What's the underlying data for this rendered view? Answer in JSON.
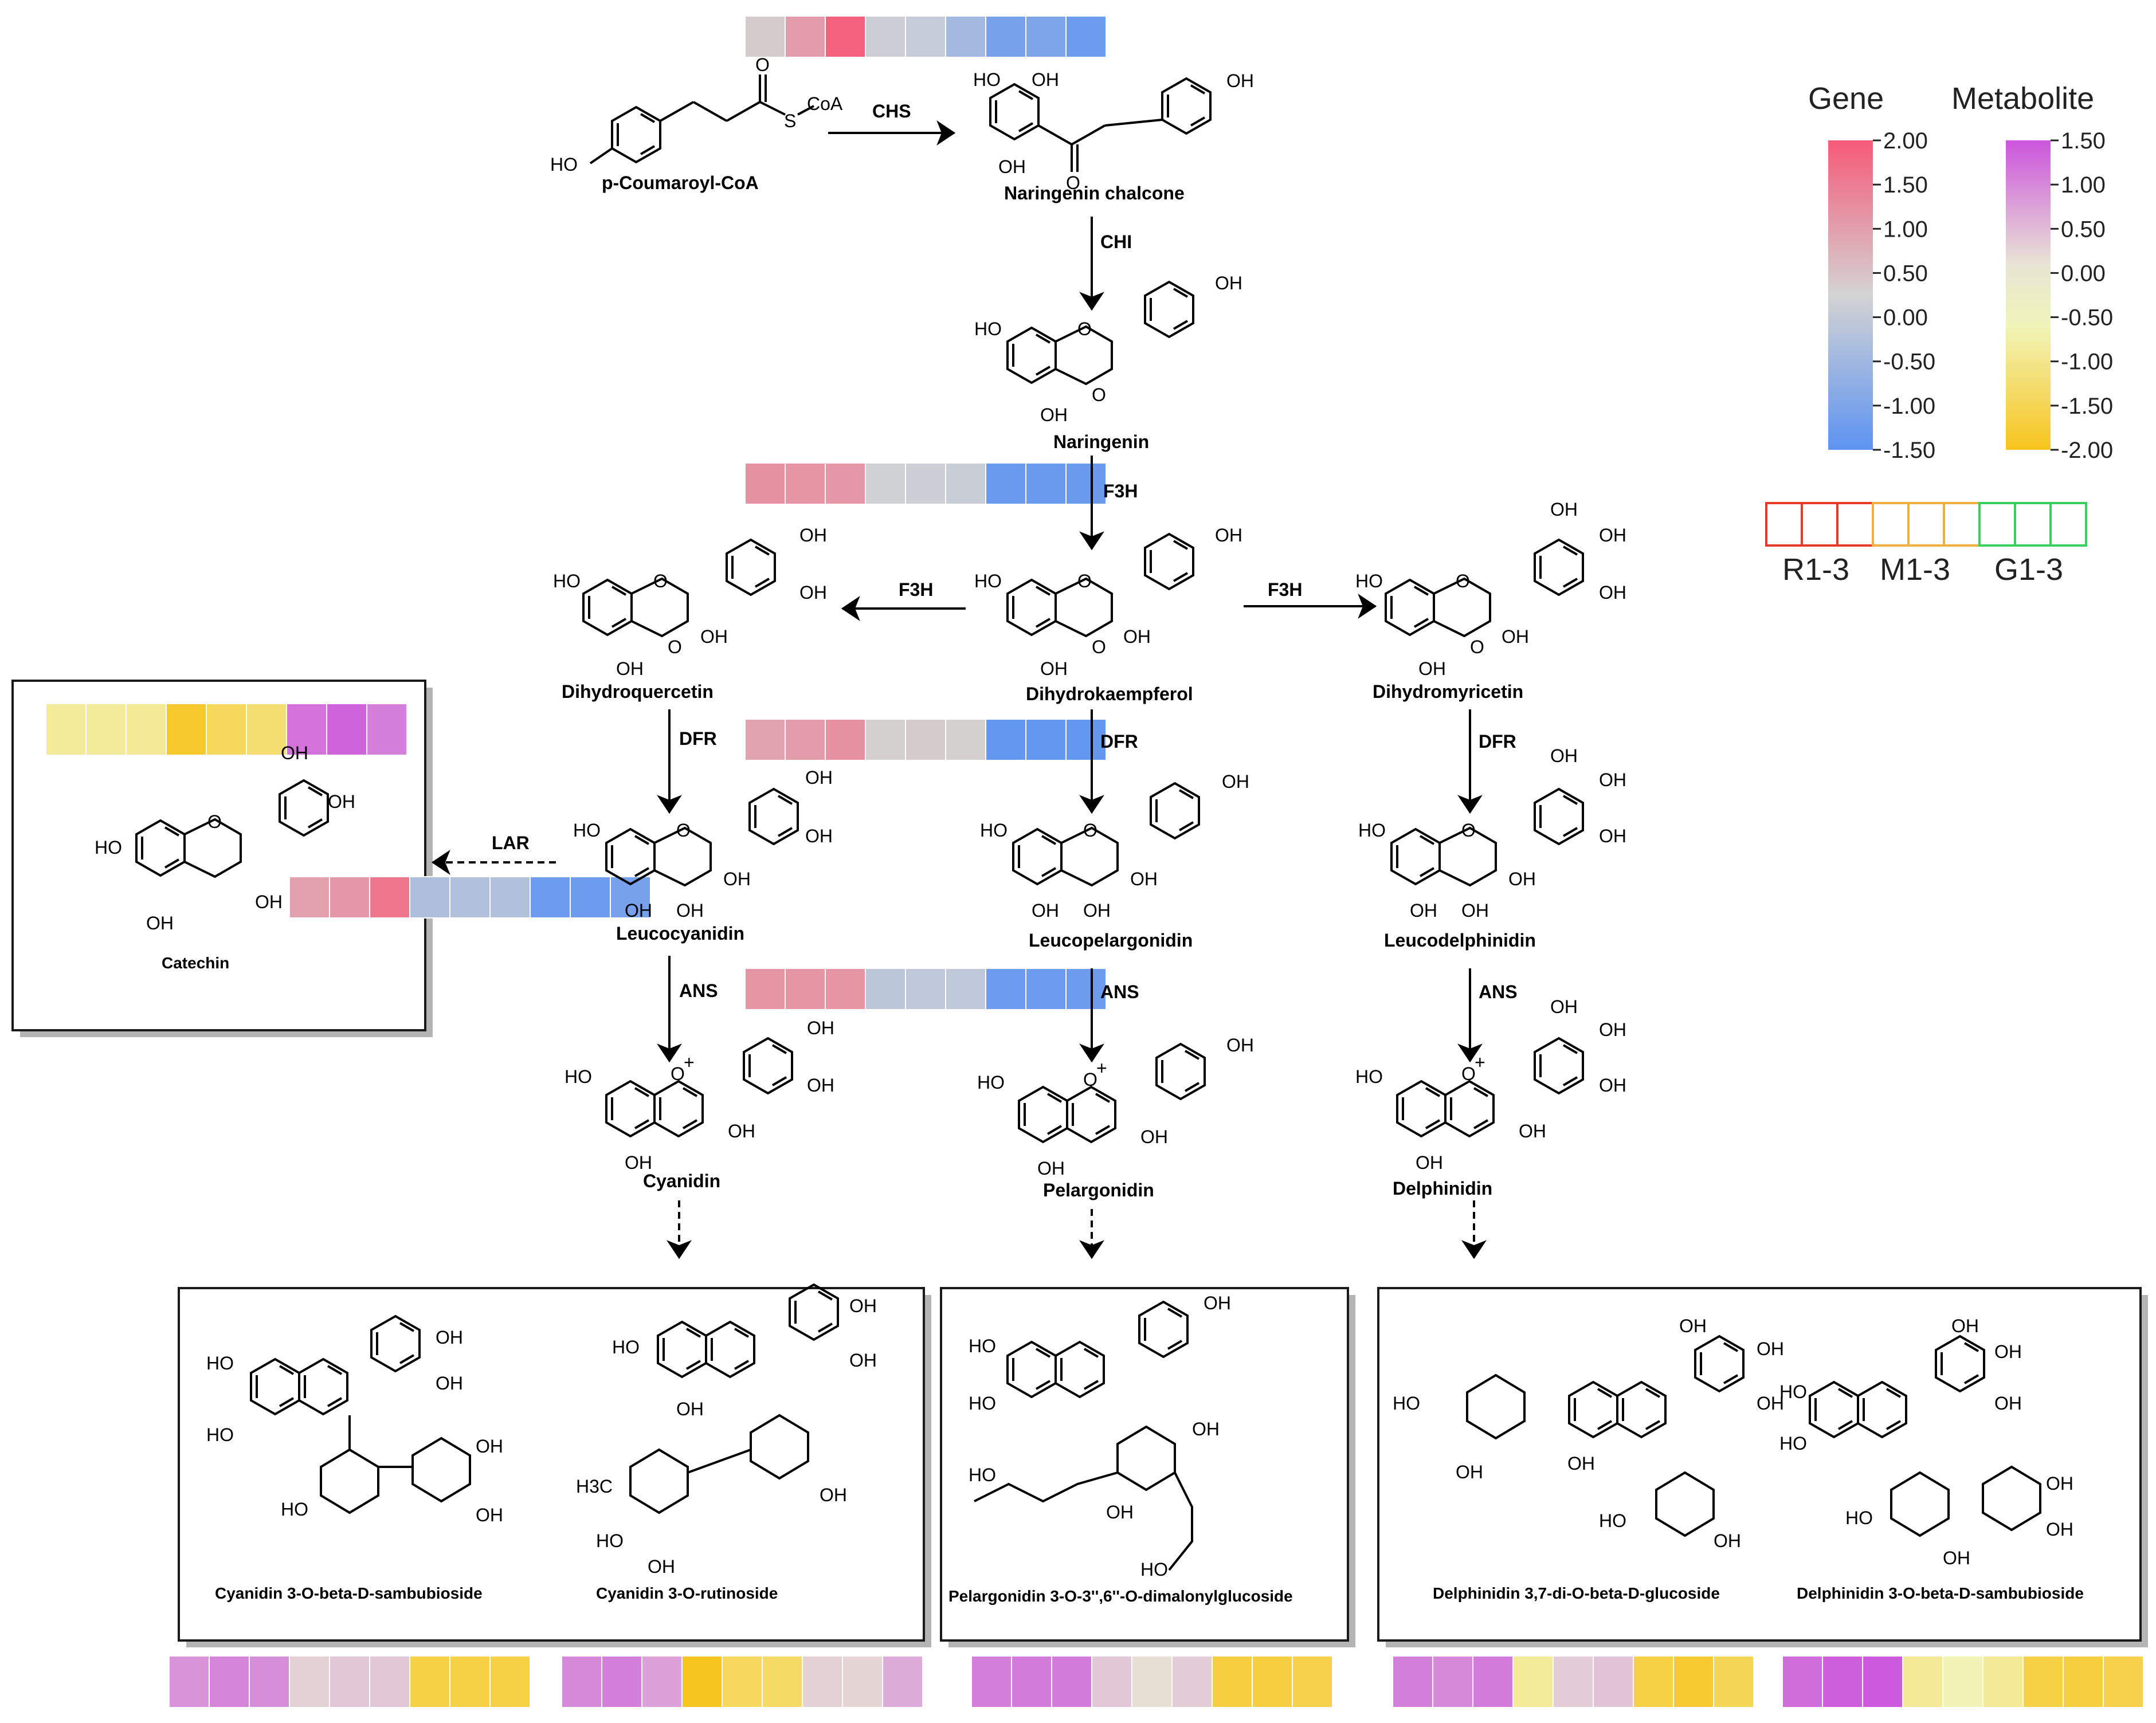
{
  "colors": {
    "gene_high": "#f65a78",
    "gene_mid": "#d3d3d3",
    "gene_low": "#5c93f2",
    "met_high": "#cc55dc",
    "met_mid": "#e8e4d4",
    "met_low": "#f7c41c",
    "group_R": "#e83a2a",
    "group_M": "#f0b040",
    "group_G": "#3ad060"
  },
  "legend": {
    "gene_title": "Gene",
    "metabolite_title": "Metabolite",
    "gene_ticks": [
      "2.00",
      "1.50",
      "1.00",
      "0.50",
      "0.00",
      "-0.50",
      "-1.00",
      "-1.50"
    ],
    "metabolite_ticks": [
      "1.50",
      "1.00",
      "0.50",
      "0.00",
      "-0.50",
      "-1.00",
      "-1.50",
      "-2.00"
    ],
    "groups": [
      "R1-3",
      "M1-3",
      "G1-3"
    ]
  },
  "compounds": {
    "coumaroyl": "p-Coumaroyl-CoA",
    "chalcone": "Naringenin chalcone",
    "naringenin": "Naringenin",
    "dihydrokaempferol": "Dihydrokaempferol",
    "dihydroquercetin": "Dihydroquercetin",
    "dihydromyricetin": "Dihydromyricetin",
    "leucocyanidin": "Leucocyanidin",
    "leucopelargonidin": "Leucopelargonidin",
    "leucodelphinidin": "Leucodelphinidin",
    "cyanidin": "Cyanidin",
    "pelargonidin": "Pelargonidin",
    "delphinidin": "Delphinidin",
    "catechin": "Catechin",
    "cy_samb": "Cyanidin 3-O-beta-D-sambubioside",
    "cy_rut": "Cyanidin 3-O-rutinoside",
    "pg_dimal": "Pelargonidin 3-O-3'',6''-O-dimalonylglucoside",
    "dp_diglc": "Delphinidin 3,7-di-O-beta-D-glucoside",
    "dp_samb": "Delphinidin 3-O-beta-D-sambubioside"
  },
  "enzymes": {
    "chs": "CHS",
    "chi": "CHI",
    "f3h_main": "F3H",
    "f3h_left": "F3H",
    "f3h_right": "F3H",
    "dfr_left": "DFR",
    "dfr_mid": "DFR",
    "dfr_right": "DFR",
    "lar": "LAR",
    "ans_left": "ANS",
    "ans_mid": "ANS",
    "ans_right": "ANS"
  },
  "atoms": {
    "oh": "OH",
    "ho": "HO",
    "o": "O",
    "s": "S",
    "coa": "CoA",
    "h3c": "H3C",
    "plus": "+"
  },
  "heatmaps": [
    {
      "id": "chs",
      "kind": "gene",
      "values": [
        0.35,
        1.05,
        1.9,
        0.15,
        0.05,
        -0.45,
        -1.1,
        -1.0,
        -1.25
      ]
    },
    {
      "id": "f3h",
      "kind": "gene",
      "values": [
        1.2,
        1.15,
        1.1,
        0.2,
        0.15,
        0.1,
        -1.3,
        -1.3,
        -1.3
      ]
    },
    {
      "id": "dfr",
      "kind": "gene",
      "values": [
        0.95,
        1.05,
        1.2,
        0.3,
        0.35,
        0.3,
        -1.4,
        -1.4,
        -1.4
      ]
    },
    {
      "id": "lar",
      "kind": "gene",
      "values": [
        1.0,
        1.1,
        1.6,
        -0.3,
        -0.25,
        -0.25,
        -1.25,
        -1.25,
        -1.1
      ]
    },
    {
      "id": "ans",
      "kind": "gene",
      "values": [
        1.15,
        1.15,
        1.15,
        -0.1,
        -0.05,
        -0.05,
        -1.25,
        -1.25,
        -1.25
      ]
    },
    {
      "id": "catechin",
      "kind": "metabolite",
      "values": [
        -0.45,
        -0.45,
        -0.5,
        -1.8,
        -1.2,
        -0.95,
        1.2,
        1.35,
        1.05
      ]
    },
    {
      "id": "cy_samb",
      "kind": "metabolite",
      "values": [
        0.85,
        1.0,
        0.9,
        0.2,
        0.3,
        0.3,
        -1.5,
        -1.5,
        -1.5
      ]
    },
    {
      "id": "cy_rut",
      "kind": "metabolite",
      "values": [
        0.95,
        1.05,
        0.7,
        -1.95,
        -1.2,
        -1.1,
        0.2,
        0.15,
        0.6
      ]
    },
    {
      "id": "pg_dimal",
      "kind": "metabolite",
      "values": [
        1.05,
        1.1,
        1.1,
        0.3,
        0.05,
        0.25,
        -1.55,
        -1.55,
        -1.45
      ]
    },
    {
      "id": "dp_diglc",
      "kind": "metabolite",
      "values": [
        1.05,
        0.95,
        1.1,
        -0.45,
        0.25,
        0.35,
        -1.5,
        -1.75,
        -1.3
      ]
    },
    {
      "id": "dp_samb",
      "kind": "metabolite",
      "values": [
        1.25,
        1.4,
        1.45,
        -0.5,
        -0.1,
        -0.5,
        -1.5,
        -1.55,
        -1.45
      ]
    }
  ]
}
